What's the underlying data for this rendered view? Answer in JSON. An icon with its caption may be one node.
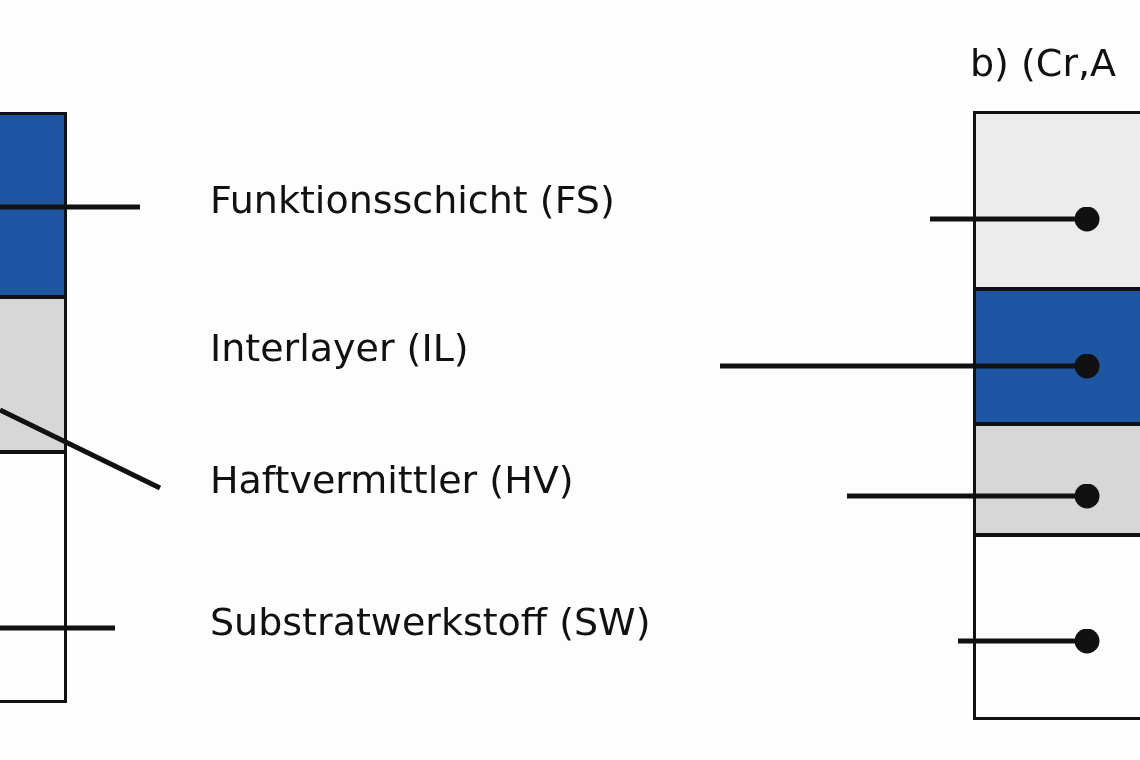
{
  "diagram": {
    "nodes": [
      {
        "text": [
          "Funktionsschicht (FS)"
        ]
      },
      {
        "text": [
          "Interlayer (IL)"
        ]
      },
      {
        "text": [
          "Haftvermittler (HV)"
        ]
      },
      {
        "text": [
          "Substratwerkstoff (SW)"
        ]
      },
      {
        "text": [],
        "shape": "box"
      },
      {
        "text": [],
        "shape": "box"
      },
      {
        "text": [],
        "shape": "box"
      },
      {
        "text": [],
        "shape": "box"
      },
      {
        "text": [],
        "shape": "box"
      },
      {
        "text": [],
        "shape": "box"
      },
      {
        "text": [],
        "shape": "box"
      }
    ],
    "edges": [
      {
        "from": 0,
        "to": 4,
        "arrow": "none"
      },
      {
        "from": 2,
        "to": 5,
        "arrow": "none"
      },
      {
        "from": null,
        "to": 6,
        "arrow": "none"
      },
      {
        "from": null,
        "to": 7,
        "arrow": "other"
      },
      {
        "from": null,
        "to": 8,
        "arrow": "other"
      },
      {
        "from": null,
        "to": 9,
        "arrow": "other"
      },
      {
        "from": null,
        "to": 10,
        "arrow": "other"
      }
    ],
    "labels": [
      "b) (Cr,A"
    ]
  }
}
